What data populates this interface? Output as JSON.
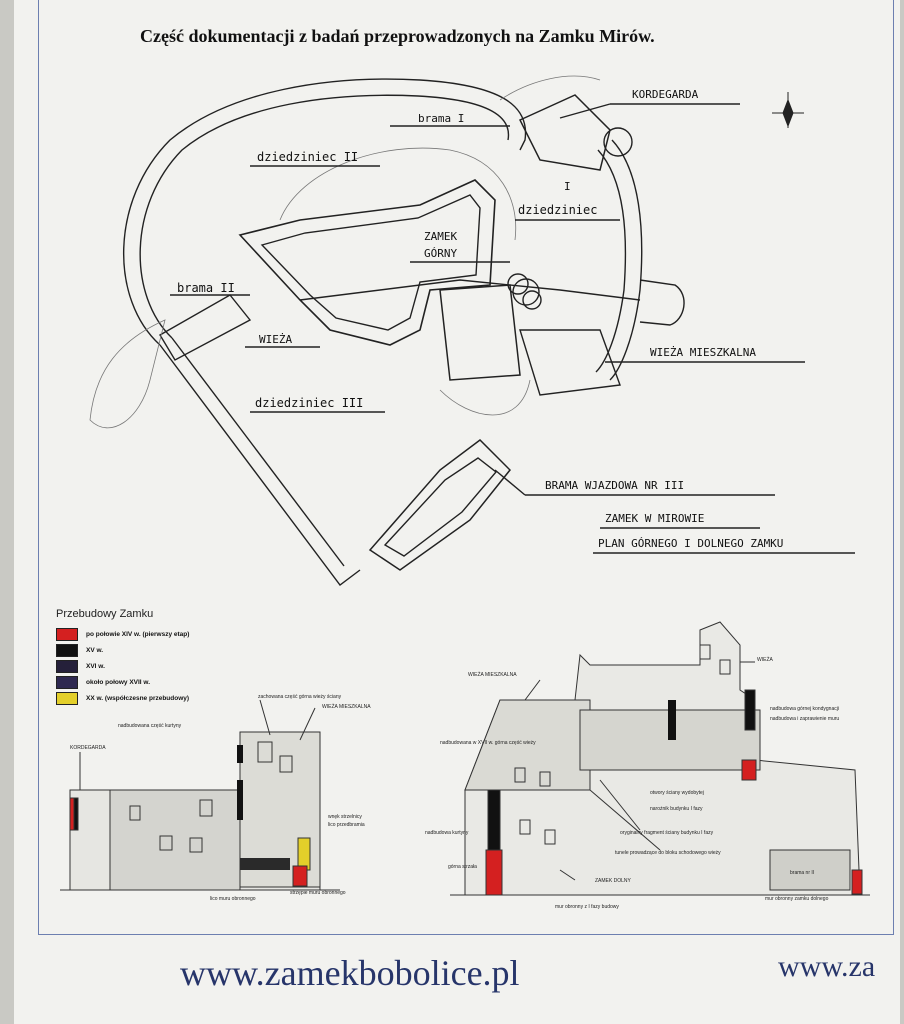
{
  "title": "Część dokumentacji z badań przeprowadzonych na  Zamku Mirów.",
  "plan_labels": {
    "kordegarda": "KORDEGARDA",
    "brama1": "brama I",
    "dziedziniec2": "dziedziniec II",
    "dziedziniec1_num": "I",
    "dziedziniec1": "dziedziniec",
    "zamek": "ZAMEK",
    "gorny": "GÓRNY",
    "brama2": "brama II",
    "wieza": "WIEŻA",
    "wieza_mieszkalna": "WIEŻA  MIESZKALNA",
    "dziedziniec3": "dziedziniec III",
    "brama_wjazdowa": "BRAMA  WJAZDOWA  NR III",
    "zamek_w_mirowie": "ZAMEK  W  MIROWIE",
    "plan_zamku": "PLAN  GÓRNEGO  I  DOLNEGO  ZAMKU"
  },
  "legend": {
    "title": "Przebudowy Zamku",
    "items": [
      {
        "color": "#d42020",
        "label": "po połowie XIV w. (pierwszy etap)"
      },
      {
        "color": "#111111",
        "label": "XV w."
      },
      {
        "color": "#25203a",
        "label": "XVI w."
      },
      {
        "color": "#2e2850",
        "label": "około połowy XVII w."
      },
      {
        "color": "#e3cf2a",
        "label": "XX w. (współczesne przebudowy)"
      }
    ]
  },
  "elevation_left": {
    "kordegarda": "KORDEGARDA",
    "wieza_mieszkalna": "WIEŻA  MIESZKALNA",
    "note1": "nadbudowana część kurtyny",
    "note2": "zachowana część górna wieży ściany",
    "note3": "wnęk strzelnicy",
    "note4": "lico przedbramia",
    "note5": "strzępie muru obronnego",
    "note6": "lico muru obronnego"
  },
  "elevation_right": {
    "wieza_mieszkalna": "WIEŻA  MIESZKALNA",
    "wieza": "WIEŻA",
    "zamek_dolny": "ZAMEK  DOLNY",
    "note1": "nadbudowana w XVII w. górna część wieży",
    "note2": "nadbudowa kurtyny",
    "note3": "górna strzała",
    "note4": "otwory ściany wydobytej",
    "note5": "narożnik budynku I fazy",
    "note6": "oryginalny fragment ściany budynku I fazy",
    "note7": "tunele prowadzące do bloku schodowego wieży",
    "note8": "mur obronny z I fazy budowy",
    "note9": "nadbudowa górnej kondygnacji",
    "note10": "nadbudowa i zaprawienie muru",
    "note11": "brama nr II",
    "note12": "mur obronny zamku dolnego"
  },
  "footer": {
    "url": "www.zamekbobolice.pl",
    "url_cut": "www.za"
  }
}
